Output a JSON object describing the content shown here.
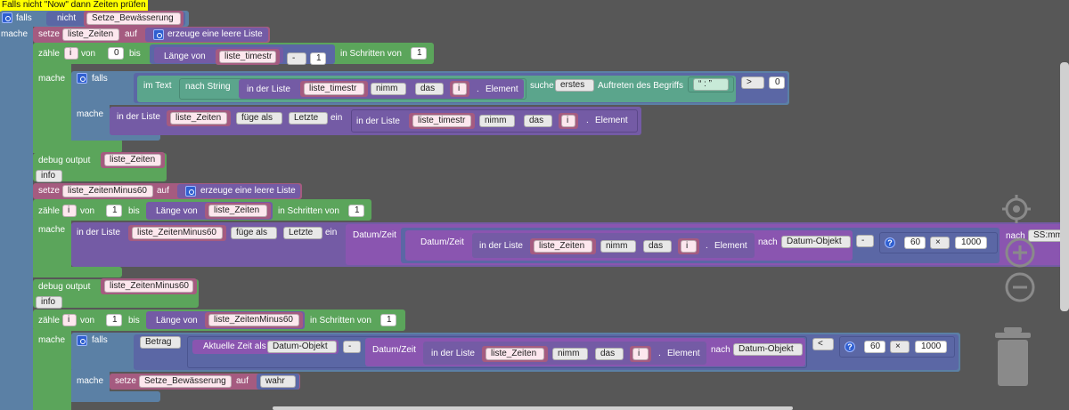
{
  "comment": "Falls nicht \"Now\" dann Zeiten prüfen",
  "kw": {
    "falls": "falls",
    "nicht": "nicht",
    "mache": "mache",
    "setze": "setze",
    "auf": "auf",
    "erzeuge_leere_liste": "erzeuge eine leere Liste",
    "zaehle": "zähle",
    "von": "von",
    "bis": "bis",
    "laenge_von": "Länge von",
    "in_schritten_von": "in Schritten von",
    "im_text": "im Text",
    "nach_string": "nach String",
    "in_der_liste": "in der Liste",
    "element": "Element",
    "dot": ".",
    "suche": "suche",
    "auftreten": "Auftreten des Begriffs",
    "fuege_als": "füge als",
    "ein": "ein",
    "debug_output": "debug output",
    "datum_zeit": "Datum/Zeit",
    "nach": "nach",
    "betrag": "Betrag",
    "aktuelle_zeit_als": "Aktuelle Zeit als"
  },
  "opts": {
    "nimm": "nimm",
    "das": "das",
    "erstes": "erstes",
    "letzte": "Letzte",
    "info": "info",
    "datum_objekt": "Datum-Objekt",
    "minus": "-",
    "gt": ">",
    "lt": "<",
    "times": "×",
    "q": "?",
    "ssmm": "SS:mm",
    "wahr": "wahr"
  },
  "vars": {
    "setze_bewaesserung": "Setze_Bewässerung",
    "liste_zeiten": "liste_Zeiten",
    "liste_timestr": "liste_timestr",
    "i": "i",
    "liste_zeiten_minus60": "liste_ZeitenMinus60"
  },
  "nums": {
    "n0": "0",
    "n1": "1",
    "n60": "60",
    "n1000": "1000"
  },
  "str_colon": "“ : ”",
  "colors": {
    "control": "#5b80a5",
    "loop": "#5ba55b",
    "variable": "#a55b80",
    "list": "#745ba5",
    "text": "#5ba58c",
    "math": "#5b67a5",
    "date": "#8a55b0",
    "comment": "#ffff00"
  },
  "icons": [
    "gear-icon",
    "target-icon",
    "zoom-in-icon",
    "zoom-out-icon",
    "trash-icon",
    "dropdown-arrow-icon"
  ]
}
